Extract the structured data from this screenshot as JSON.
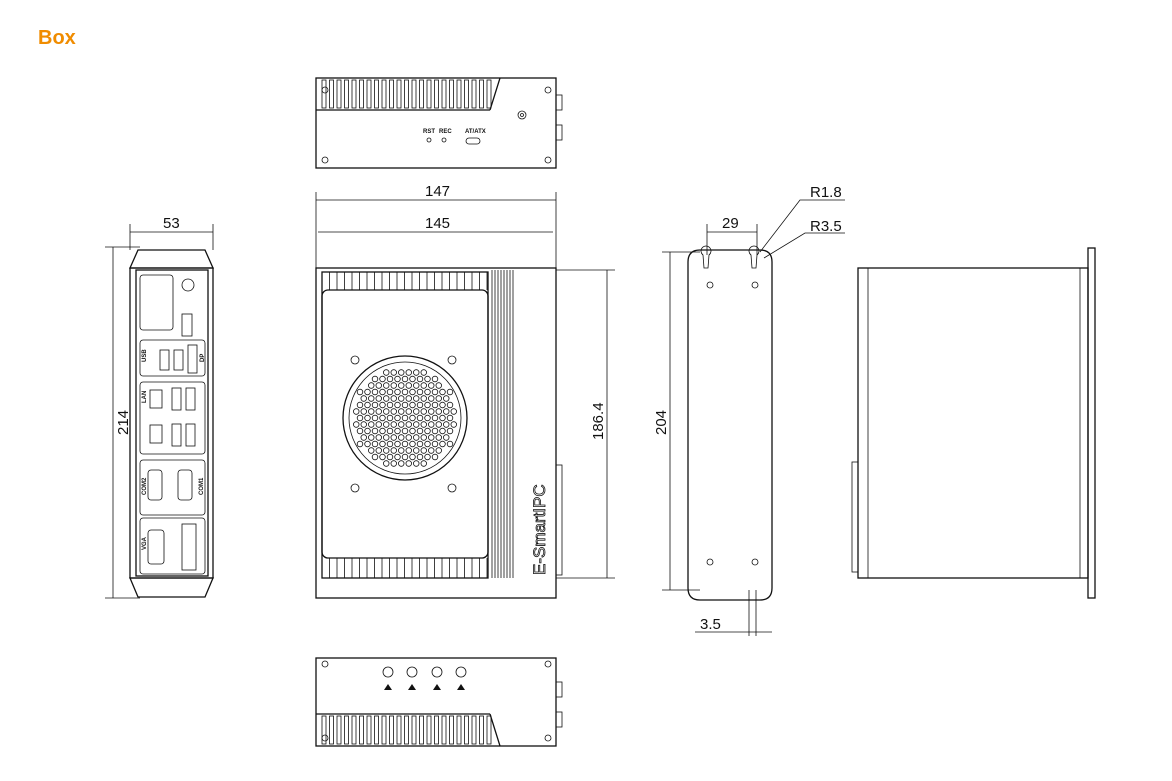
{
  "title": "Box",
  "dimensions": {
    "overall_width": "147",
    "inner_width": "145",
    "height_front": "186.4",
    "depth": "53",
    "height_side": "214",
    "mount_height": "204",
    "hole_spacing": "29",
    "radius_small": "R1.8",
    "radius_large": "R3.5",
    "bracket_thickness": "3.5"
  },
  "top_view": {
    "rst": "RST",
    "rec": "REC",
    "at_atx": "AT/ATX"
  },
  "front_view": {
    "brand": "E-SmartIPC"
  },
  "port_labels": {
    "usb": "USB",
    "lan": "LAN",
    "dp": "DP",
    "com1": "COM1",
    "com2": "COM2",
    "vga": "VGA"
  }
}
